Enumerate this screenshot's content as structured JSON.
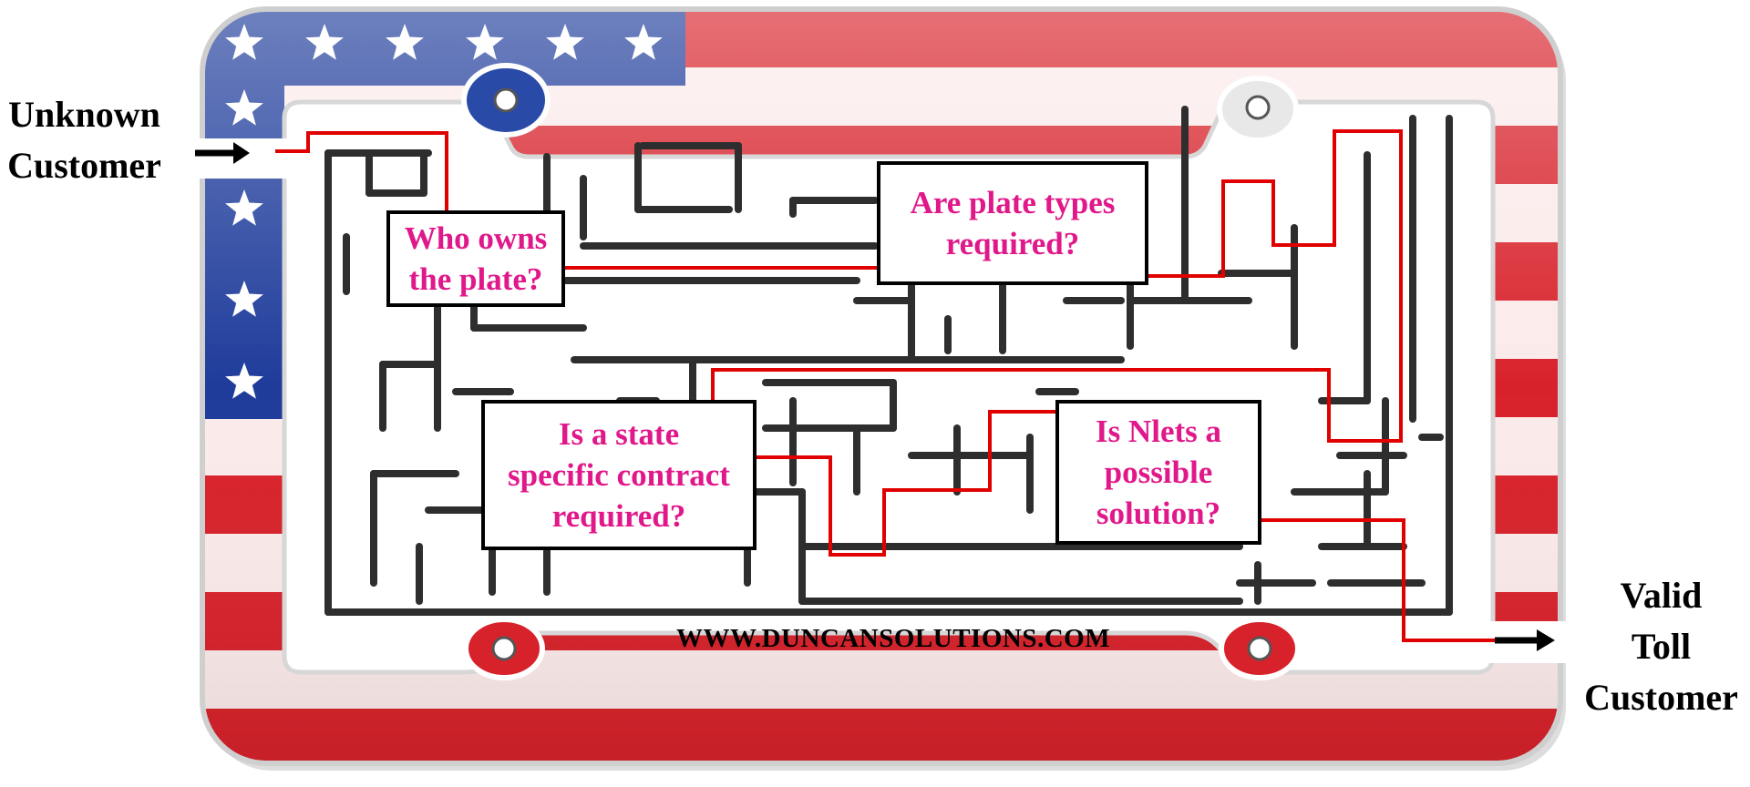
{
  "start_label": "Unknown\nCustomer",
  "end_label": "Valid\nToll\nCustomer",
  "questions": [
    {
      "id": "who-owns",
      "text": "Who owns\nthe plate?"
    },
    {
      "id": "plate-types",
      "text": "Are plate types\nrequired?"
    },
    {
      "id": "state-contract",
      "text": "Is a state\nspecific contract\nrequired?"
    },
    {
      "id": "nlets",
      "text": "Is Nlets a\npossible\nsolution?"
    }
  ],
  "url": "WWW.DUNCANSOLUTIONS.COM",
  "colors": {
    "flag_red": "#d8222b",
    "flag_white": "#fbeaea",
    "flag_blue": "#1f3c9b",
    "maze_wall": "#2e2e2e",
    "path": "#e00000",
    "question_text": "#e0188a"
  },
  "icons": [
    "arrow-right-icon",
    "star-icon"
  ]
}
